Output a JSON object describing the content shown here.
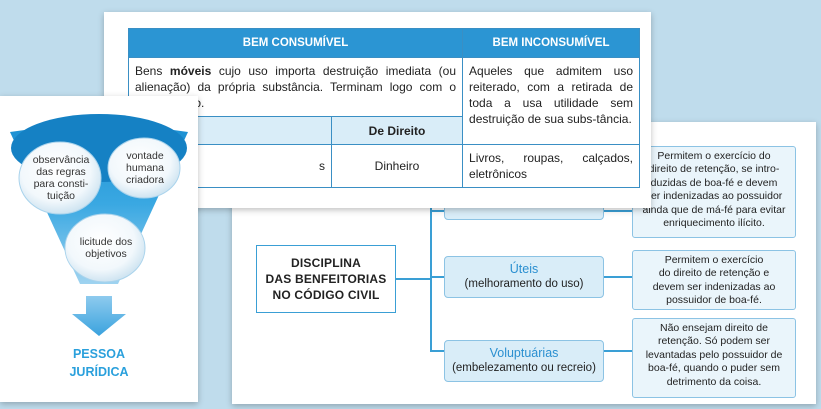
{
  "pessoa_juridica": {
    "bubble_1": "observância\ndas regras\npara consti-\ntuição",
    "bubble_2": "vontade\nhumana\ncriadora",
    "bubble_3": "licitude dos\nobjetivos",
    "title_line1": "PESSOA",
    "title_line2": "JURÍDICA"
  },
  "benfeitorias": {
    "discipline": "DISCIPLINA\nDAS BENFEITORIAS\nNO CÓDIGO CIVIL",
    "types": [
      {
        "name": "",
        "subtitle": ""
      },
      {
        "name": "Úteis",
        "subtitle": "(melhoramento do uso)"
      },
      {
        "name": "Voluptuárias",
        "subtitle": "(embelezamento ou recreio)"
      }
    ],
    "descriptions": [
      "Permitem o exercício do\ndireito de retenção, se intro-\nduzidas de boa-fé e devem\nser indenizadas ao possuidor\nainda que de má-fé para evitar\nenriquecimento ilícito.",
      "Permitem o exercício\ndo direito de retenção e\ndevem ser indenizadas ao\npossuidor de boa-fé.",
      "Não ensejam direito de\nretenção. Só podem ser\nlevantadas pelo possuidor de\nboa-fé, quando o puder sem\ndetrimento da coisa."
    ]
  },
  "table": {
    "header_consumivel": "BEM CONSUMÍVEL",
    "header_inconsumivel": "BEM INCONSUMÍVEL",
    "consumivel_desc_pre": "Bens ",
    "consumivel_desc_bold": "móveis",
    "consumivel_desc_post": " cujo uso importa destruição imediata (ou alienação) da própria substância. Terminam logo com o primeiro uso.",
    "inconsumivel_desc": "Aqueles que admitem uso reiterado, com a retirada de toda a usa utilidade sem destruição de sua subs-tância.",
    "sub_header_left": "",
    "sub_header_right": "De Direito",
    "example_left": "s",
    "example_right": "Dinheiro",
    "inconsumivel_examples": "Livros, roupas, calçados, eletrônicos"
  },
  "colors": {
    "accent": "#2b95d3",
    "light": "#d9edf8",
    "background": "#bfdcec"
  }
}
